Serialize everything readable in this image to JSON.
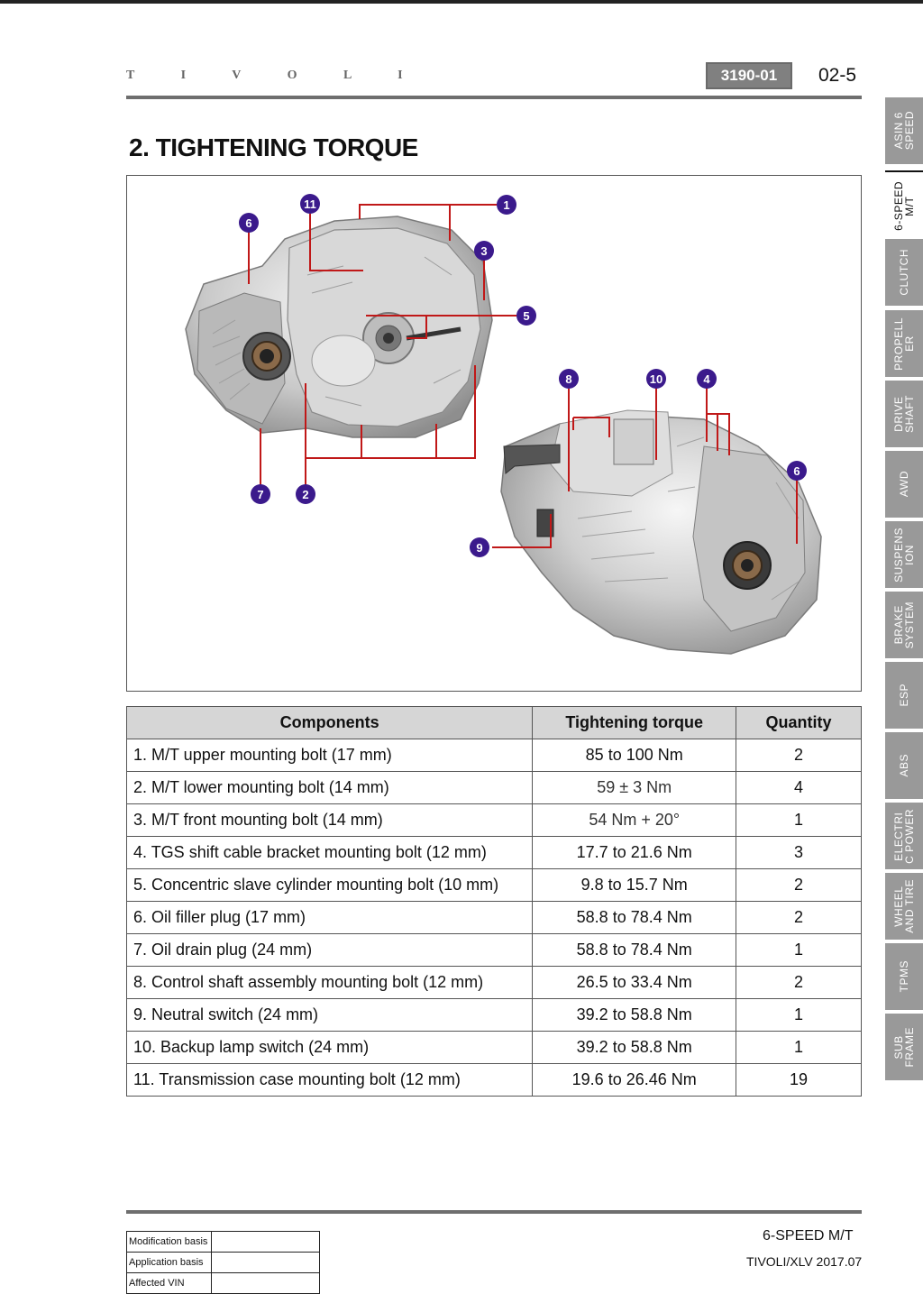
{
  "header": {
    "brand": "T I V O L I",
    "section_code": "3190-01",
    "page_number": "02-5"
  },
  "title": "2. TIGHTENING TORQUE",
  "figure": {
    "callouts": [
      "11",
      "1",
      "6",
      "3",
      "5",
      "7",
      "2",
      "8",
      "10",
      "4",
      "6",
      "9"
    ]
  },
  "table": {
    "headers": [
      "Components",
      "Tightening torque",
      "Quantity"
    ],
    "rows": [
      {
        "component": "1. M/T upper mounting bolt (17 mm)",
        "torque": "85 to 100 Nm",
        "qty": "2"
      },
      {
        "component": "2. M/T lower mounting bolt (14 mm)",
        "torque": "59 ± 3 Nm",
        "qty": "4"
      },
      {
        "component": "3. M/T front mounting bolt (14 mm)",
        "torque": "54 Nm + 20°",
        "qty": "1"
      },
      {
        "component": "4. TGS shift cable bracket mounting bolt (12 mm)",
        "torque": "17.7 to 21.6 Nm",
        "qty": "3"
      },
      {
        "component": "5. Concentric slave cylinder mounting bolt (10 mm)",
        "torque": "9.8 to 15.7 Nm",
        "qty": "2"
      },
      {
        "component": "6. Oil filler plug (17 mm)",
        "torque": "58.8 to 78.4 Nm",
        "qty": "2"
      },
      {
        "component": "7. Oil drain plug (24 mm)",
        "torque": "58.8 to 78.4 Nm",
        "qty": "1"
      },
      {
        "component": "8. Control shaft assembly mounting bolt (12 mm)",
        "torque": "26.5 to 33.4 Nm",
        "qty": "2"
      },
      {
        "component": "9. Neutral switch (24 mm)",
        "torque": "39.2 to 58.8 Nm",
        "qty": "1"
      },
      {
        "component": "10. Backup lamp switch (24 mm)",
        "torque": "39.2 to 58.8 Nm",
        "qty": "1"
      },
      {
        "component": "11. Transmission case mounting bolt (12 mm)",
        "torque": "19.6 to 26.46 Nm",
        "qty": "19"
      }
    ]
  },
  "side_tabs": [
    {
      "label": "ASIN 6\nSPEED",
      "active": false
    },
    {
      "label": "6-SPEED\nM/T",
      "active": true
    },
    {
      "label": "CLUTCH",
      "active": false
    },
    {
      "label": "PROPELL\nER",
      "active": false
    },
    {
      "label": "DRIVE\nSHAFT",
      "active": false
    },
    {
      "label": "AWD",
      "active": false
    },
    {
      "label": "SUSPENS\nION",
      "active": false
    },
    {
      "label": "BRAKE\nSYSTEM",
      "active": false
    },
    {
      "label": "ESP",
      "active": false
    },
    {
      "label": "ABS",
      "active": false
    },
    {
      "label": "ELECTRI\nC POWER",
      "active": false
    },
    {
      "label": "WHEEL\nAND TIRE",
      "active": false
    },
    {
      "label": "TPMS",
      "active": false
    },
    {
      "label": "SUB\nFRAME",
      "active": false
    }
  ],
  "footer": {
    "section": "6-SPEED M/T",
    "model": "TIVOLI/XLV 2017.07",
    "revision_rows": [
      "Modification basis",
      "Application basis",
      "Affected VIN"
    ]
  },
  "colors": {
    "callout": "#3b1a8c",
    "leader": "#c01818",
    "tab_gray": "#999999"
  }
}
